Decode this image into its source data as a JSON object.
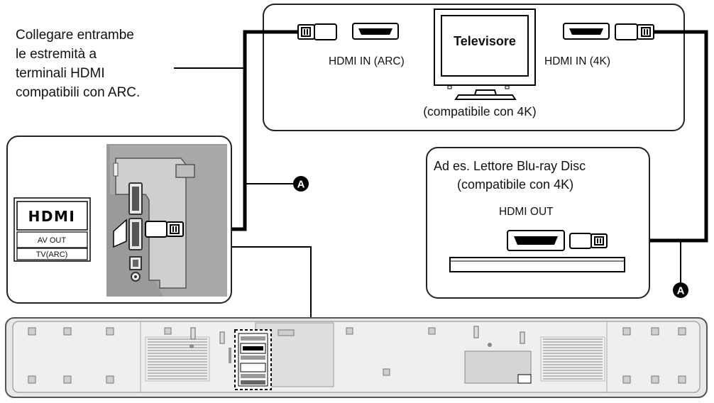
{
  "instruction": {
    "line1": "Collegare entrambe",
    "line2": "le estremità a",
    "line3": "terminali HDMI",
    "line4": "compatibili con ARC."
  },
  "tv": {
    "screen_label": "Televisore",
    "port_arc": "HDMI IN (ARC)",
    "port_4k": "HDMI IN (4K)",
    "caption": "(compatibile con 4K)"
  },
  "player": {
    "line1": "Ad es. Lettore Blu-ray Disc",
    "line2": "(compatibile con 4K)",
    "port": "HDMI OUT"
  },
  "soundbar_panel": {
    "logo": "HDMI",
    "av_out": "AV OUT",
    "tv_arc": "TV(ARC)"
  },
  "callouts": {
    "cable_marker": "A"
  },
  "colors": {
    "line": "#000000",
    "panel_gray": "#d4d4d4",
    "soundbar_gray": "#e6e6e6"
  }
}
